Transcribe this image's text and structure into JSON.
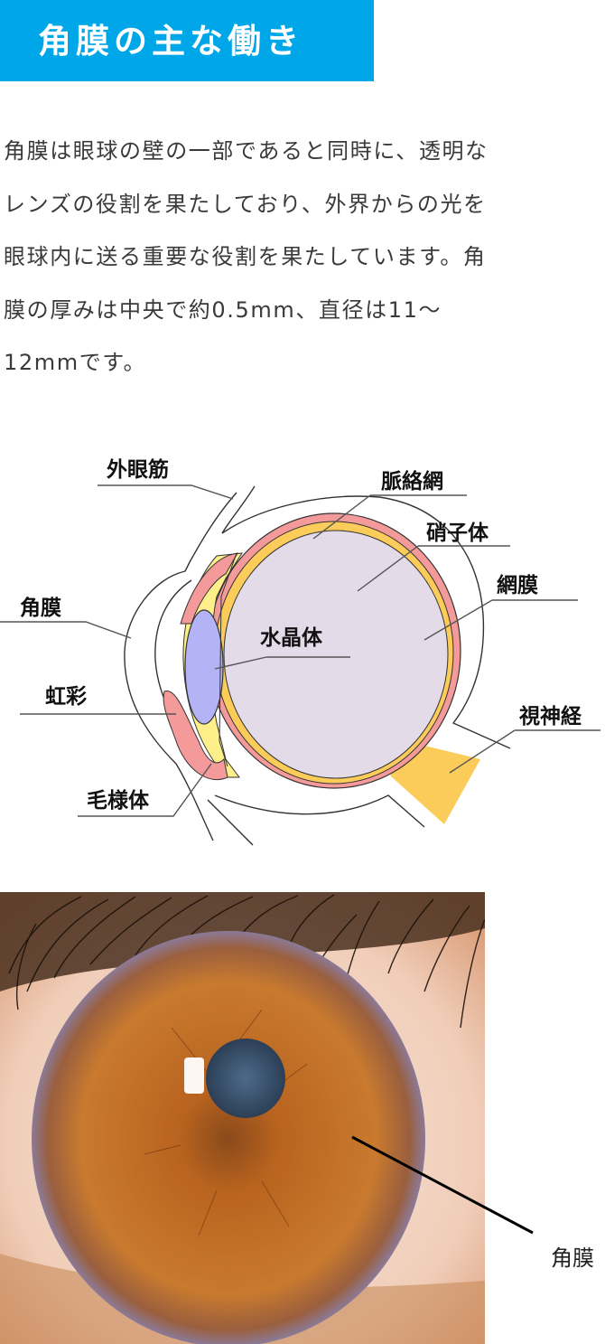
{
  "header": {
    "title": "角膜の主な働き",
    "background_color": "#00a7e8"
  },
  "body": {
    "lines": [
      "角膜は眼球の壁の一部であると同時に、透明な",
      "レンズの役割を果たしており、外界からの光を",
      "眼球内に送る重要な役割を果たしています。角",
      "膜の厚みは中央で約0.5mm、直径は11〜",
      "12mmです。"
    ]
  },
  "diagram": {
    "labels": {
      "extraocular_muscle": "外眼筋",
      "cornea": "角膜",
      "iris": "虹彩",
      "ciliary_body": "毛様体",
      "lens": "水晶体",
      "choroid": "脈絡網",
      "vitreous_body": "硝子体",
      "retina": "網膜",
      "optic_nerve": "視神経"
    },
    "colors": {
      "vitreous": "#e3dbe8",
      "choroid": "#f49a9a",
      "retina_layer": "#fccc5a",
      "lens": "#b3b3f5",
      "ciliary": "#fdf08a",
      "outline": "#333333"
    }
  },
  "photo": {
    "label": "角膜",
    "colors": {
      "iris": "#b8631f",
      "pupil": "#3e5a78",
      "sclera": "#f4ded2"
    }
  }
}
